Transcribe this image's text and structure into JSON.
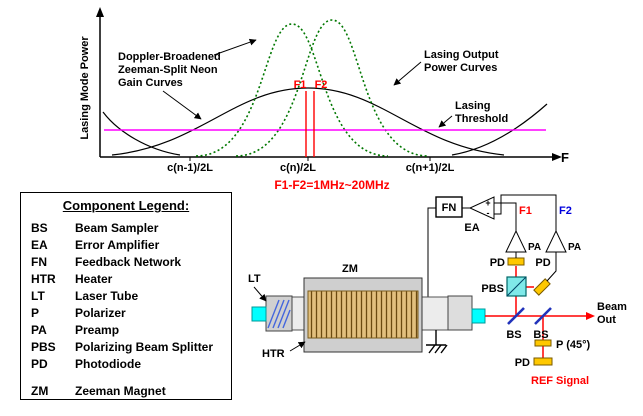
{
  "colors": {
    "curve_green": "#007700",
    "threshold_magenta": "#FF00FF",
    "beam_red": "#FF0000",
    "f2_blue": "#0000DD",
    "bs_blue": "#2233BB",
    "window_cyan": "#00FFFF",
    "component_yellow": "#FFC800",
    "heater_tan": "#E2C07E",
    "magnet_gray": "#CFCFCF"
  },
  "graph": {
    "ylabel": "Lasing Mode Power",
    "x_axis_label": "F",
    "xticks": [
      "c(n-1)/2L",
      "c(n)/2L",
      "c(n+1)/2L"
    ],
    "gain_label_line1": "Doppler-Broadened",
    "gain_label_line2": "Zeeman-Split Neon",
    "gain_label_line3": "Gain Curves",
    "output_label_line1": "Lasing Output",
    "output_label_line2": "Power Curves",
    "threshold_label_line1": "Lasing",
    "threshold_label_line2": "Threshold",
    "f1": "F1",
    "f2": "F2"
  },
  "formula": "F1-F2=1MHz~20MHz",
  "legend": {
    "title": "Component Legend:",
    "items": [
      {
        "abbr": "BS",
        "name": "Beam Sampler"
      },
      {
        "abbr": "EA",
        "name": "Error Amplifier"
      },
      {
        "abbr": "FN",
        "name": "Feedback Network"
      },
      {
        "abbr": "HTR",
        "name": "Heater"
      },
      {
        "abbr": "LT",
        "name": "Laser Tube"
      },
      {
        "abbr": "P",
        "name": "Polarizer"
      },
      {
        "abbr": "PA",
        "name": "Preamp"
      },
      {
        "abbr": "PBS",
        "name": "Polarizing Beam Splitter"
      },
      {
        "abbr": "PD",
        "name": "Photodiode"
      },
      {
        "abbr": "ZM",
        "name": "Zeeman Magnet"
      }
    ]
  },
  "schematic": {
    "fn": "FN",
    "ea": "EA",
    "pa1": "PA",
    "pa2": "PA",
    "f1": "F1",
    "f2": "F2",
    "plus": "+",
    "minus": "-",
    "pd_top": "PD",
    "pd_side": "PD",
    "pbs": "PBS",
    "lt": "LT",
    "zm": "ZM",
    "htr": "HTR",
    "bs1": "BS",
    "bs2": "BS",
    "beam_out_line1": "Beam",
    "beam_out_line2": "Out",
    "p45": "P (45°)",
    "pd_ref": "PD",
    "ref_signal": "REF Signal"
  }
}
